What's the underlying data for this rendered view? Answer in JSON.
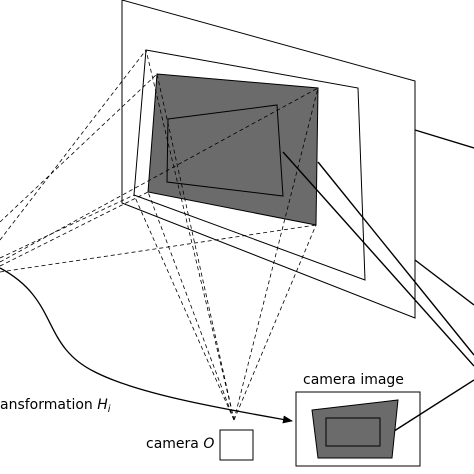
{
  "labels": {
    "transformation_text": "ansformation ",
    "transformation_symbol": "H",
    "transformation_subscript": "i",
    "camera_image": "camera image",
    "camera_text": "camera ",
    "camera_symbol": "O"
  },
  "colors": {
    "stroke": "#000000",
    "projected_fill": "#6b6b6b",
    "background": "#ffffff"
  }
}
